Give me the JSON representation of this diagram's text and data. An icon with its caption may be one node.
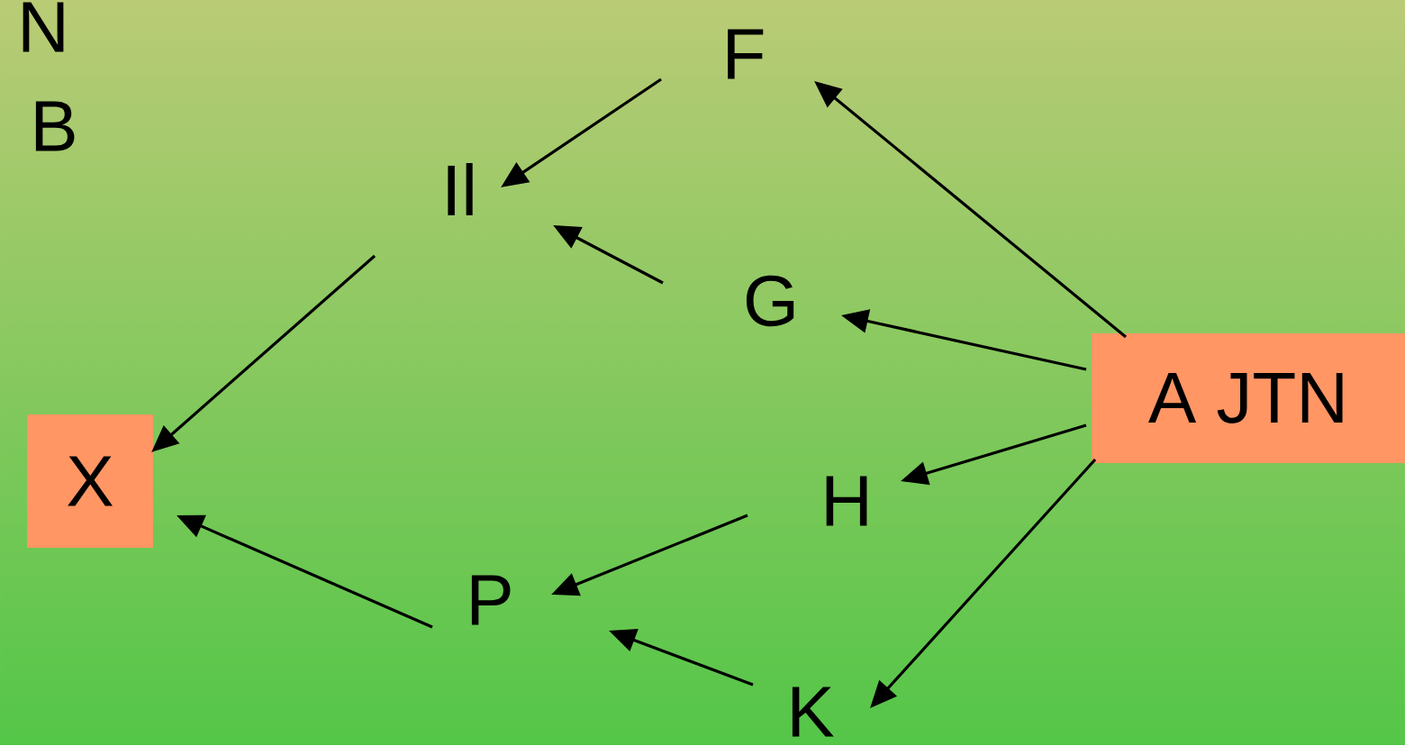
{
  "diagram": {
    "nodes": [
      {
        "text": [
          "F"
        ]
      },
      {
        "text": [
          "Il"
        ]
      },
      {
        "text": [
          "G"
        ]
      },
      {
        "text": [
          "A JTN"
        ]
      },
      {
        "text": [
          "H"
        ]
      },
      {
        "text": [
          "X"
        ]
      },
      {
        "text": [
          "P"
        ]
      },
      {
        "text": [
          "K"
        ]
      }
    ],
    "edges": [
      {
        "from": 3,
        "to": 0,
        "arrow": "to"
      },
      {
        "from": 3,
        "to": 2,
        "arrow": "to"
      },
      {
        "from": 3,
        "to": 4,
        "arrow": "to"
      },
      {
        "from": 3,
        "to": 7,
        "arrow": "to"
      },
      {
        "from": 0,
        "to": 1,
        "arrow": "to"
      },
      {
        "from": 2,
        "to": 1,
        "arrow": "to"
      },
      {
        "from": 1,
        "to": 5,
        "arrow": "to"
      },
      {
        "from": 4,
        "to": 6,
        "arrow": "to"
      },
      {
        "from": 7,
        "to": 6,
        "arrow": "to"
      },
      {
        "from": 6,
        "to": 5,
        "arrow": "to"
      }
    ],
    "labels": [
      "N",
      "B"
    ]
  }
}
